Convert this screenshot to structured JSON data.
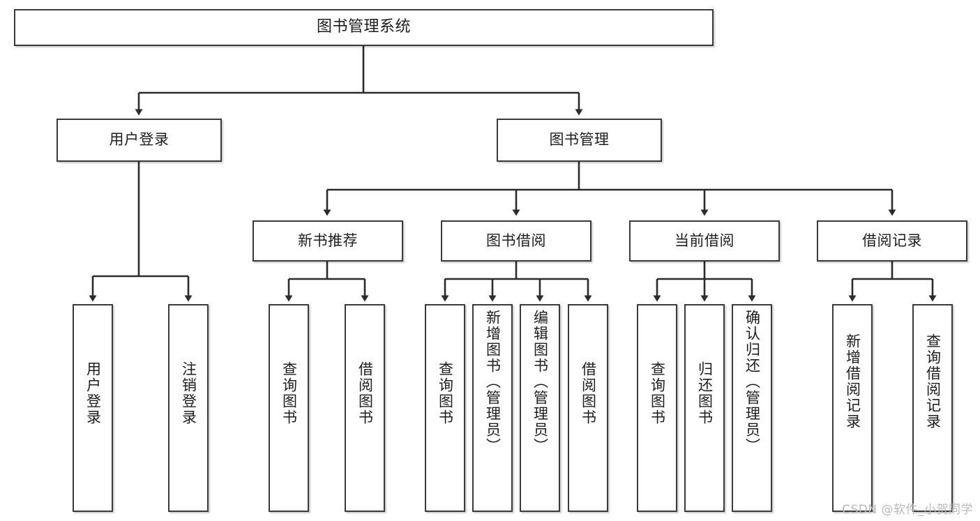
{
  "diagram": {
    "title": "图书管理系统",
    "type": "hierarchy-tree",
    "watermark": "CSDN @软件_小贺同学",
    "colors": {
      "box_border": "#3a3a3a",
      "box_fill": "#ffffff",
      "edge": "#262626",
      "text": "#1d1d1d",
      "watermark": "#b9b9b9"
    },
    "nodes": {
      "root": {
        "label": "图书管理系统"
      },
      "level2": [
        {
          "label": "用户登录"
        },
        {
          "label": "图书管理"
        }
      ],
      "level3": [
        {
          "label": "新书推荐"
        },
        {
          "label": "图书借阅"
        },
        {
          "label": "当前借阅"
        },
        {
          "label": "借阅记录"
        }
      ],
      "leaves": {
        "user_login": [
          {
            "label": "用户登录"
          },
          {
            "label": "注销登录"
          }
        ],
        "new_book_recommend": [
          {
            "label": "查询图书"
          },
          {
            "label": "借阅图书"
          }
        ],
        "book_borrow": [
          {
            "label": "查询图书"
          },
          {
            "label": "新增图书（管理员）"
          },
          {
            "label": "编辑图书（管理员）"
          },
          {
            "label": "借阅图书"
          }
        ],
        "current_borrow": [
          {
            "label": "查询图书"
          },
          {
            "label": "归还图书"
          },
          {
            "label": "确认归还（管理员）"
          }
        ],
        "borrow_record": [
          {
            "label": "新增借阅记录"
          },
          {
            "label": "查询借阅记录"
          }
        ]
      }
    }
  }
}
